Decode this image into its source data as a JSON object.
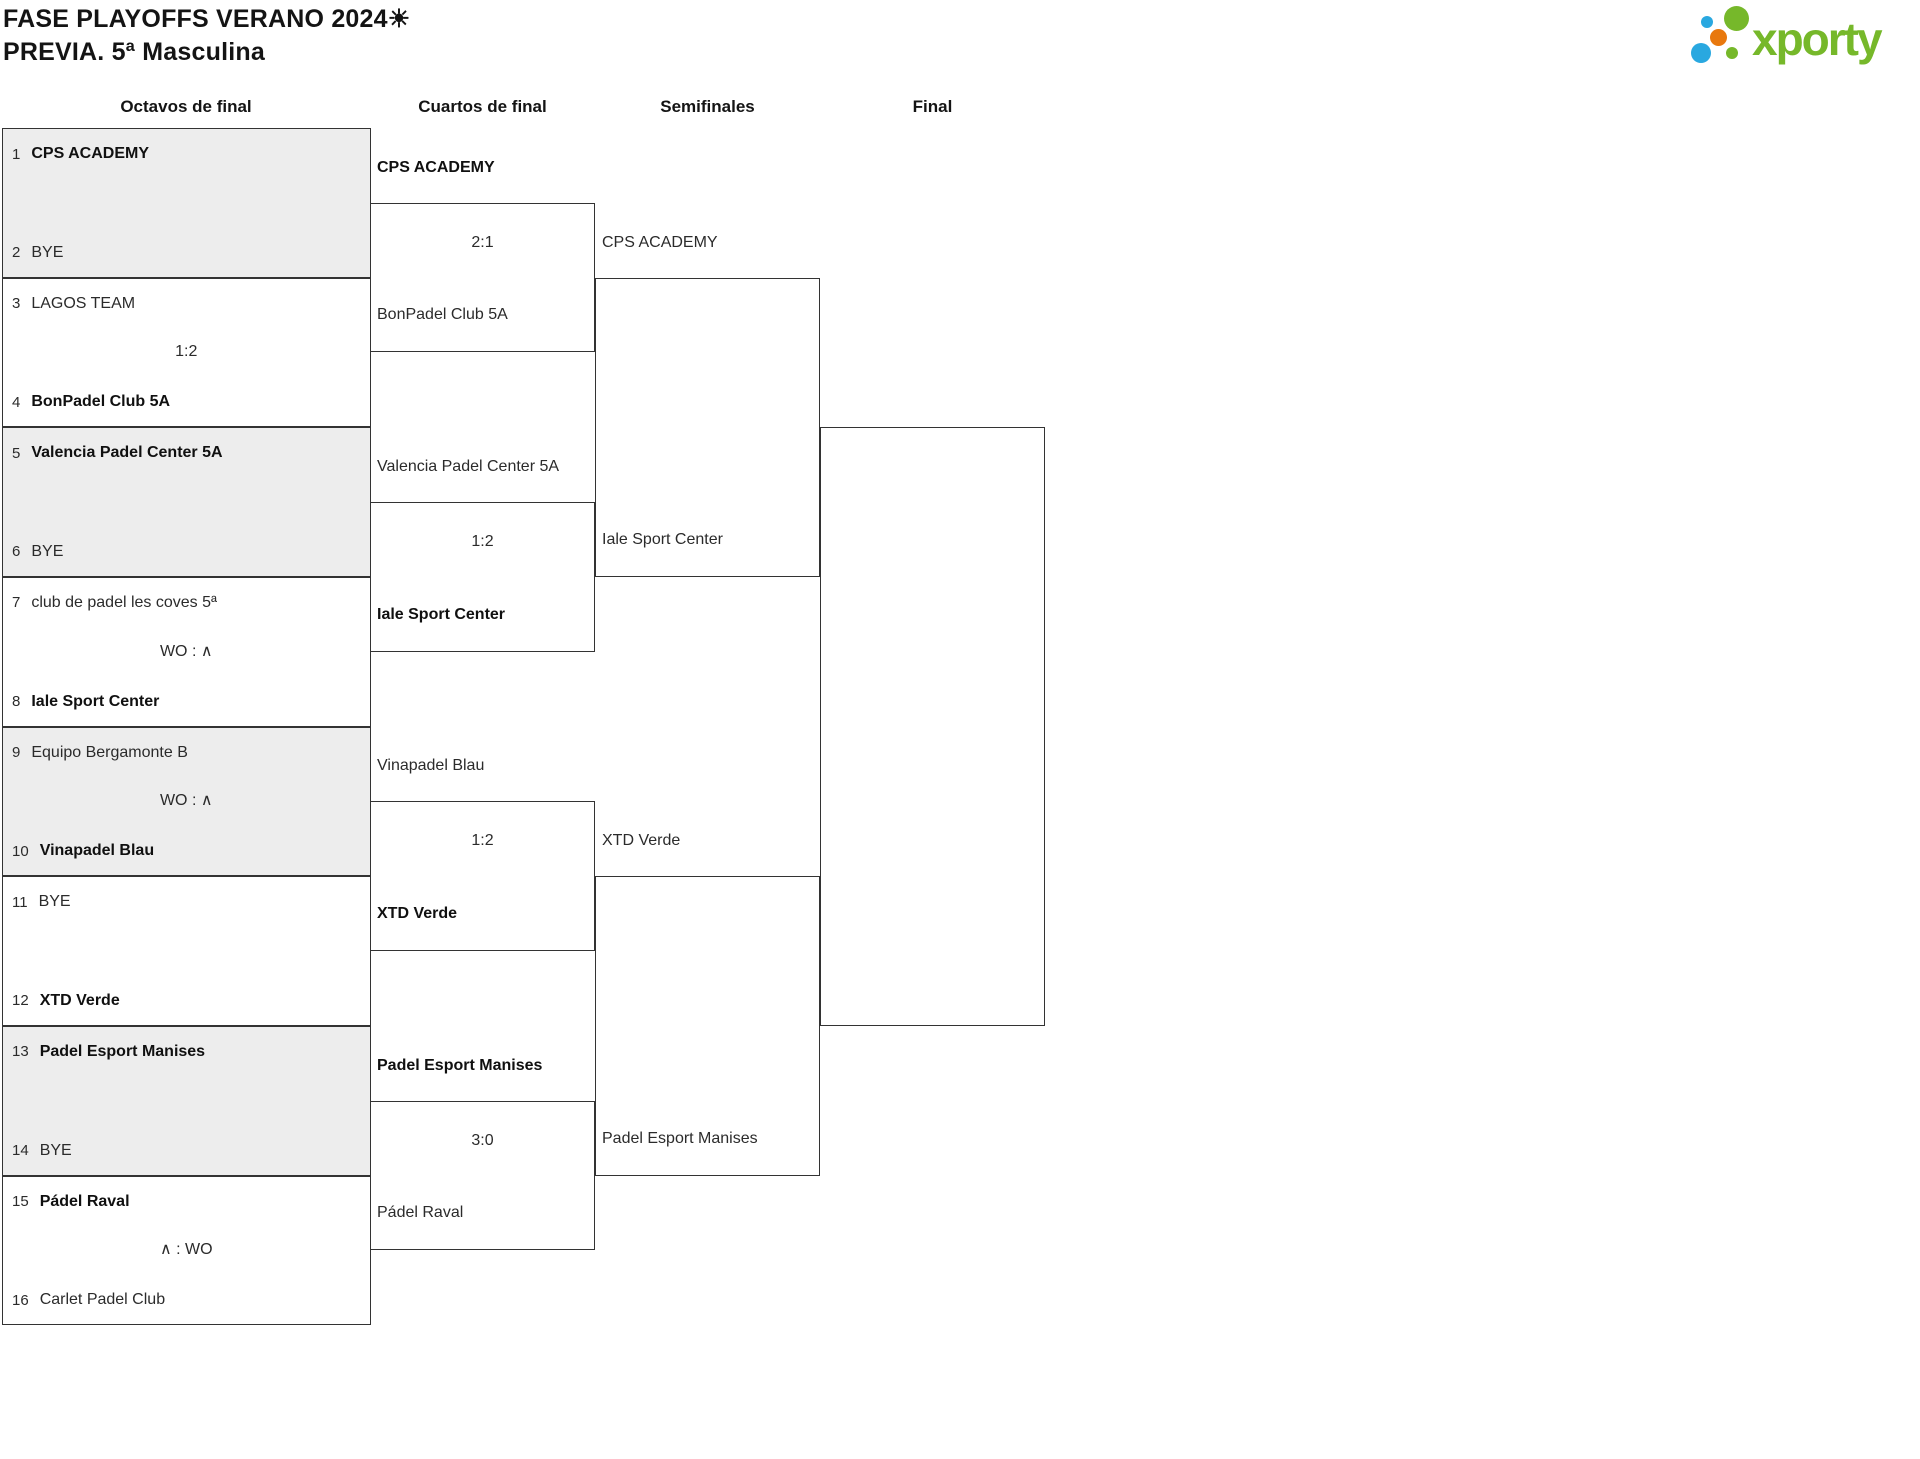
{
  "header": {
    "title_line1": "FASE PLAYOFFS VERANO 2024☀",
    "title_line2": "PREVIA. 5ª Masculina",
    "logo_text": "xporty"
  },
  "columns": [
    "Octavos de final",
    "Cuartos de final",
    "Semifinales",
    "Final"
  ],
  "colors": {
    "brand_green": "#76B82A",
    "brand_blue": "#29A8E0",
    "brand_orange": "#E8780D",
    "alt_row_bg": "#EDEDED",
    "line": "#333333"
  },
  "bracket": {
    "octavos": [
      {
        "seed_top": "1",
        "team_top": "CPS ACADEMY",
        "top_bold": true,
        "seed_bottom": "2",
        "team_bottom": "BYE",
        "bottom_bold": false,
        "score": ""
      },
      {
        "seed_top": "3",
        "team_top": "LAGOS TEAM",
        "top_bold": false,
        "seed_bottom": "4",
        "team_bottom": "BonPadel Club 5A",
        "bottom_bold": true,
        "score": "1:2"
      },
      {
        "seed_top": "5",
        "team_top": "Valencia Padel Center 5A",
        "top_bold": true,
        "seed_bottom": "6",
        "team_bottom": "BYE",
        "bottom_bold": false,
        "score": ""
      },
      {
        "seed_top": "7",
        "team_top": "club de padel les coves 5ª",
        "top_bold": false,
        "seed_bottom": "8",
        "team_bottom": "Iale Sport Center",
        "bottom_bold": true,
        "score": "WO : ∧"
      },
      {
        "seed_top": "9",
        "team_top": "Equipo Bergamonte B",
        "top_bold": false,
        "seed_bottom": "10",
        "team_bottom": "Vinapadel Blau",
        "bottom_bold": true,
        "score": "WO : ∧"
      },
      {
        "seed_top": "11",
        "team_top": "BYE",
        "top_bold": false,
        "seed_bottom": "12",
        "team_bottom": "XTD Verde",
        "bottom_bold": true,
        "score": ""
      },
      {
        "seed_top": "13",
        "team_top": "Padel Esport Manises",
        "top_bold": true,
        "seed_bottom": "14",
        "team_bottom": "BYE",
        "bottom_bold": false,
        "score": ""
      },
      {
        "seed_top": "15",
        "team_top": "Pádel Raval",
        "top_bold": true,
        "seed_bottom": "16",
        "team_bottom": "Carlet Padel Club",
        "bottom_bold": false,
        "score": "∧ : WO"
      }
    ],
    "cuartos": [
      {
        "team_top": "CPS ACADEMY",
        "top_bold": true,
        "team_bottom": "BonPadel Club 5A",
        "bottom_bold": false,
        "score": "2:1"
      },
      {
        "team_top": "Valencia Padel Center 5A",
        "top_bold": false,
        "team_bottom": "Iale Sport Center",
        "bottom_bold": true,
        "score": "1:2"
      },
      {
        "team_top": "Vinapadel Blau",
        "top_bold": false,
        "team_bottom": "XTD Verde",
        "bottom_bold": true,
        "score": "1:2"
      },
      {
        "team_top": "Padel Esport Manises",
        "top_bold": true,
        "team_bottom": "Pádel Raval",
        "bottom_bold": false,
        "score": "3:0"
      }
    ],
    "semifinales": [
      {
        "team_top": "CPS ACADEMY",
        "top_bold": false,
        "team_bottom": "Iale Sport Center",
        "bottom_bold": false,
        "score": ""
      },
      {
        "team_top": "XTD Verde",
        "top_bold": false,
        "team_bottom": "Padel Esport Manises",
        "bottom_bold": false,
        "score": ""
      }
    ],
    "final": {
      "team_top": "",
      "team_bottom": "",
      "score": ""
    }
  }
}
